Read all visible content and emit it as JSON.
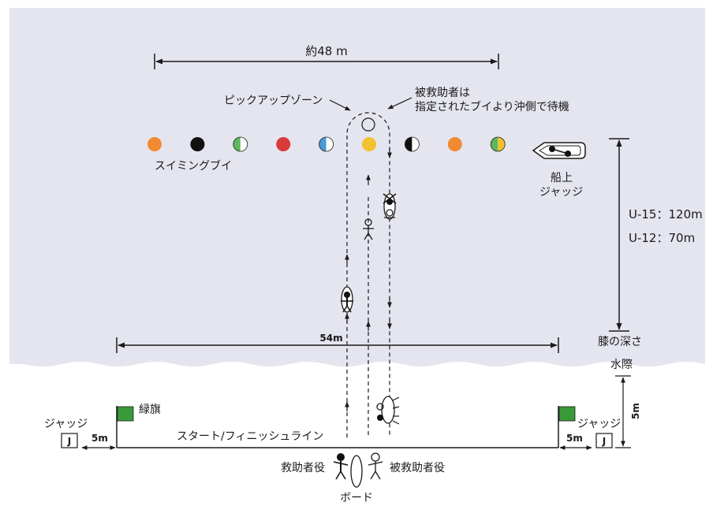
{
  "labels": {
    "distance_top": "約48 m",
    "pickup_zone": "ピックアップゾーン",
    "victim_line1": "被救助者は",
    "victim_line2": "指定されたブイより沖側で待機",
    "swimming_buoy": "スイミングブイ",
    "boat_judge_line1": "船上",
    "boat_judge_line2": "ジャッジ",
    "u15": "U-15：120m",
    "u12": "U-12：70m",
    "width_54": "54m",
    "knee_depth": "膝の深さ",
    "waterline": "水際",
    "green_flag": "緑旗",
    "judge_left": "ジャッジ",
    "judge_right": "ジャッジ",
    "judge_box": "J",
    "five_m_left": "5m",
    "five_m_right": "5m",
    "five_m_vertical": "5m",
    "start_finish": "スタート/フィニッシュライン",
    "rescuer_role": "救助者役",
    "victim_role": "被救助者役",
    "board": "ボード"
  },
  "buoys": [
    {
      "style": "solid",
      "colors": [
        "#f28a33"
      ]
    },
    {
      "style": "solid",
      "colors": [
        "#111111"
      ]
    },
    {
      "style": "half",
      "colors": [
        "#ffffff",
        "#5cb85c"
      ]
    },
    {
      "style": "solid",
      "colors": [
        "#d93a3a"
      ]
    },
    {
      "style": "half",
      "colors": [
        "#ffffff",
        "#4a9bd6"
      ]
    },
    {
      "style": "solid",
      "colors": [
        "#f2c12e"
      ]
    },
    {
      "style": "half",
      "colors": [
        "#ffffff",
        "#111111"
      ]
    },
    {
      "style": "solid",
      "colors": [
        "#f28a33"
      ]
    },
    {
      "style": "half",
      "colors": [
        "#f2c12e",
        "#5cb85c"
      ]
    }
  ],
  "colors": {
    "water": "#e4e5ee",
    "sand": "#ffffff",
    "flag": "#3a9a3a",
    "line": "#1a1a1a"
  }
}
